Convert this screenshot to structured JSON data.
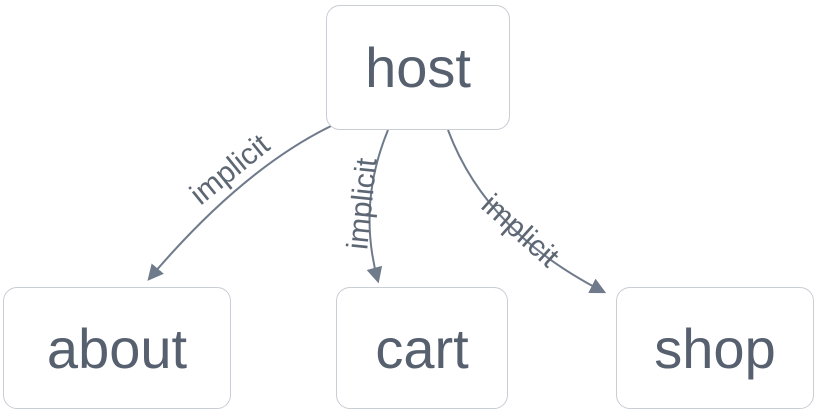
{
  "diagram": {
    "type": "directed-graph",
    "nodes": [
      {
        "id": "host",
        "label": "host"
      },
      {
        "id": "about",
        "label": "about"
      },
      {
        "id": "cart",
        "label": "cart"
      },
      {
        "id": "shop",
        "label": "shop"
      }
    ],
    "edges": [
      {
        "from": "host",
        "to": "about",
        "label": "implicit"
      },
      {
        "from": "host",
        "to": "cart",
        "label": "implicit"
      },
      {
        "from": "host",
        "to": "shop",
        "label": "implicit"
      }
    ],
    "colors": {
      "node_border": "#c9cdd5",
      "node_background": "#ffffff",
      "node_text": "#57606e",
      "edge_stroke": "#6f7a8b",
      "edge_label_text": "#5d6774"
    }
  }
}
